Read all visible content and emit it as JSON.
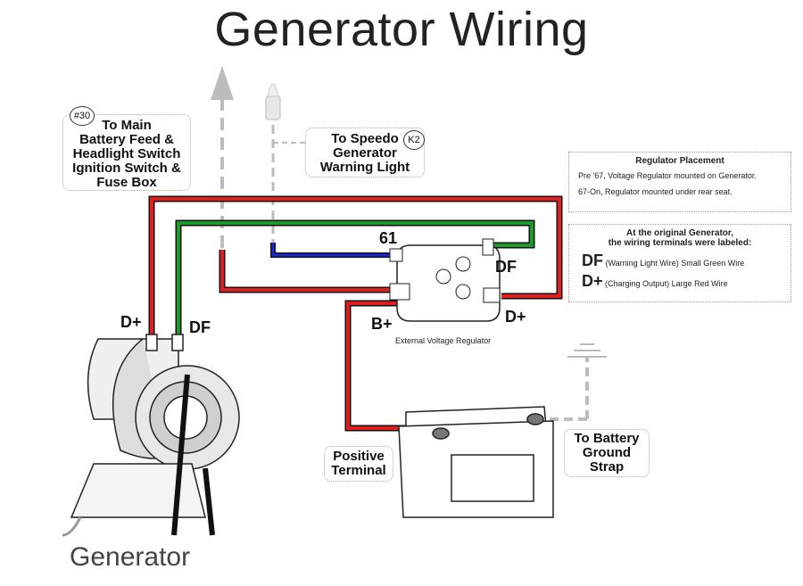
{
  "title": "Generator Wiring",
  "callouts": {
    "main_feed": {
      "badge": "#30",
      "lines": [
        "To Main",
        "Battery Feed &",
        "Headlight Switch",
        "Ignition Switch &",
        "Fuse Box"
      ]
    },
    "speedo": {
      "badge": "K2",
      "lines": [
        "To Speedo",
        "Generator",
        "Warning Light"
      ]
    },
    "positive_terminal": {
      "lines": [
        "Positive",
        "Terminal"
      ]
    },
    "ground_strap": {
      "lines": [
        "To Battery",
        "Ground",
        "Strap"
      ]
    }
  },
  "regulator_placement": {
    "heading": "Regulator Placement",
    "line1": "Pre '67, Voltage Regulator mounted on Generator.",
    "line2": "67-On, Regulator mounted under rear seat."
  },
  "terminal_info": {
    "heading_line1": "At the original Generator,",
    "heading_line2": "the wiring terminals were labeled:",
    "df_code": "DF",
    "df_desc": "(Warning Light Wire) Small Green Wire",
    "dplus_code": "D+",
    "dplus_desc": "(Charging Output) Large Red Wire"
  },
  "regulator": {
    "caption": "External Voltage Regulator",
    "t61": "61",
    "tdf": "DF",
    "tbplus": "B+",
    "tdplus": "D+"
  },
  "generator": {
    "label": "Generator",
    "tdplus": "D+",
    "tdf": "DF"
  },
  "colors": {
    "red_wire": "#e02020",
    "green_wire": "#1c9a2c",
    "blue_wire": "#1a2ad0",
    "outline": "#111111",
    "dashed": "#bbbbbb"
  }
}
